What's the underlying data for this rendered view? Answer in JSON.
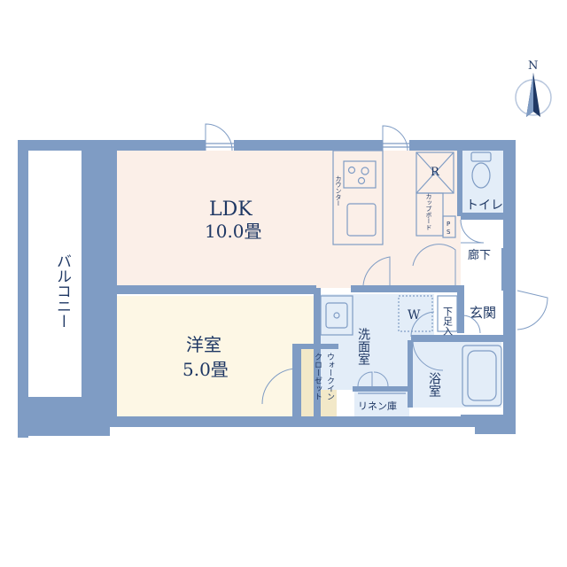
{
  "rooms": {
    "ldk_name": "LDK",
    "ldk_size": "10.0畳",
    "western_name": "洋室",
    "western_size": "5.0畳",
    "toilet": "トイレ",
    "hallway": "廊下",
    "entrance": "玄関",
    "shoe_box": "下足入",
    "washroom": "洗面室",
    "bath": "浴室",
    "linen": "リネン庫",
    "walkin_line1": "ウォークイン",
    "walkin_line2": "クローゼット",
    "balcony": "バルコニー",
    "counter": "カウンター",
    "cupboard": "カップボード",
    "fridge": "R",
    "washer": "W",
    "pipe_space_1": "P",
    "pipe_space_2": "S"
  },
  "compass": {
    "north": "N"
  },
  "colors": {
    "wall": "#7f9cc4",
    "ldk_floor": "#fbefe8",
    "western_floor": "#fdf7e5",
    "wet_floor": "#e3edf8",
    "closet_floor": "#f2e8c8",
    "text": "#1f3864"
  }
}
